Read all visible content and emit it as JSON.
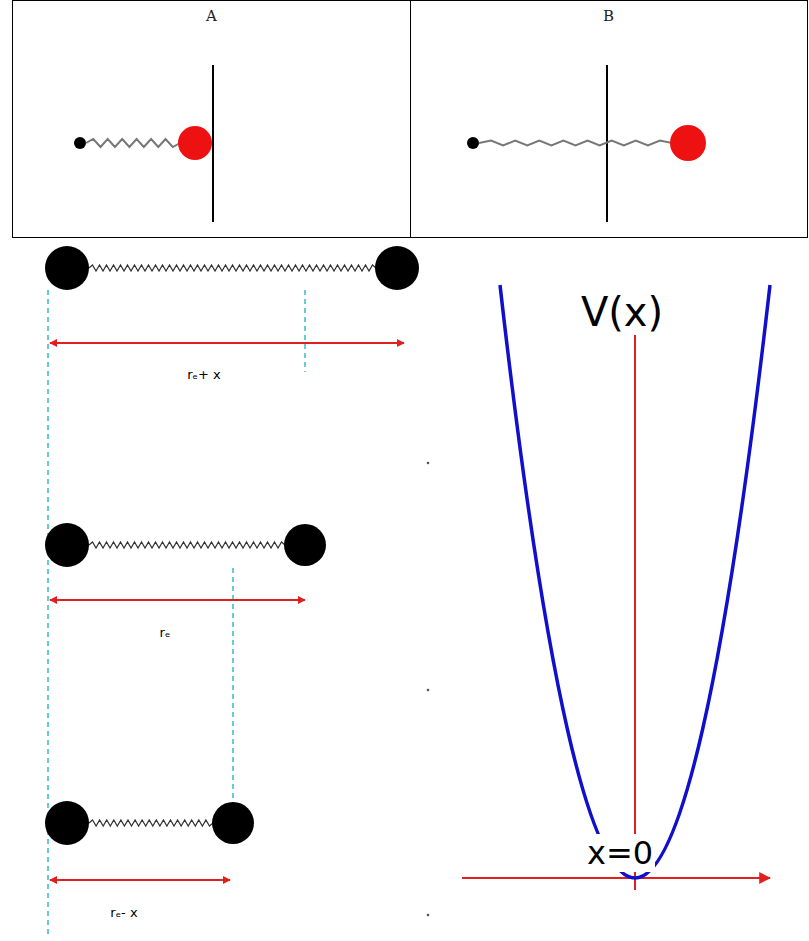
{
  "diagram": {
    "nodes": [
      {
        "text": [
          "A"
        ]
      },
      {
        "text": [
          "B"
        ]
      }
    ],
    "labels": [
      "rₑ+ x",
      "rₑ",
      "rₑ- x",
      "V(x)",
      "x=0"
    ]
  }
}
